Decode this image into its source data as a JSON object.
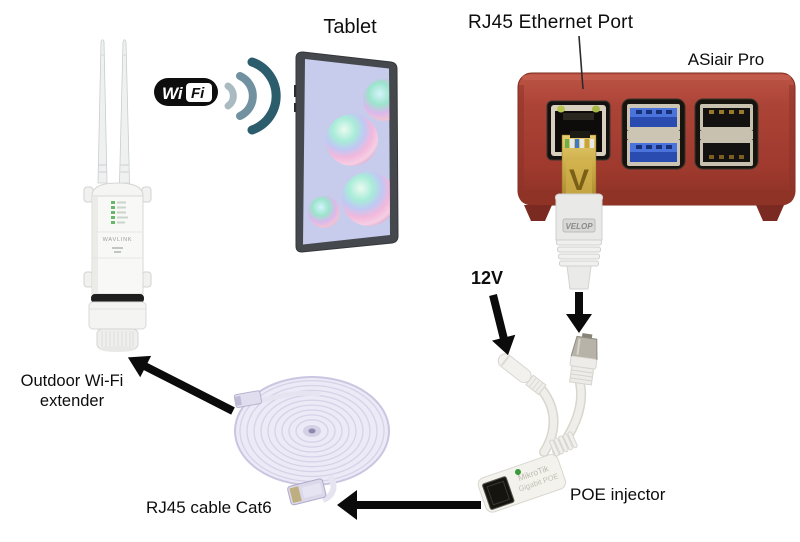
{
  "diagram": {
    "labels": {
      "tablet": "Tablet",
      "rj45_ethernet_port": "RJ45 Ethernet Port",
      "asiair_pro": "ASiair Pro",
      "voltage": "12V",
      "extender_line1": "Outdoor Wi-Fi",
      "extender_line2": "extender",
      "rj45_cable": "RJ45 cable Cat6",
      "poe_injector": "POE injector"
    },
    "branding": {
      "wifi_logo_wi": "Wi",
      "wifi_logo_fi": "Fi",
      "extender_brand": "WAVLINK",
      "plug_letter": "V",
      "plug_brand": "VELOP",
      "poe_brand": "MikroTik",
      "poe_model": "Gigabit POE"
    },
    "colors": {
      "asiair_red": "#a84237",
      "usb3_blue": "#4a74dc",
      "usb3_blue_dark": "#2a4cb0",
      "wifi_wave_light": "#a9bac1",
      "wifi_wave_medium": "#7191a1",
      "wifi_wave_dark": "#2b5d6d",
      "arrow_black": "#0b0b0b",
      "poe_led_green": "#3a9b3a",
      "tablet_screen": "#c7cbec"
    }
  }
}
